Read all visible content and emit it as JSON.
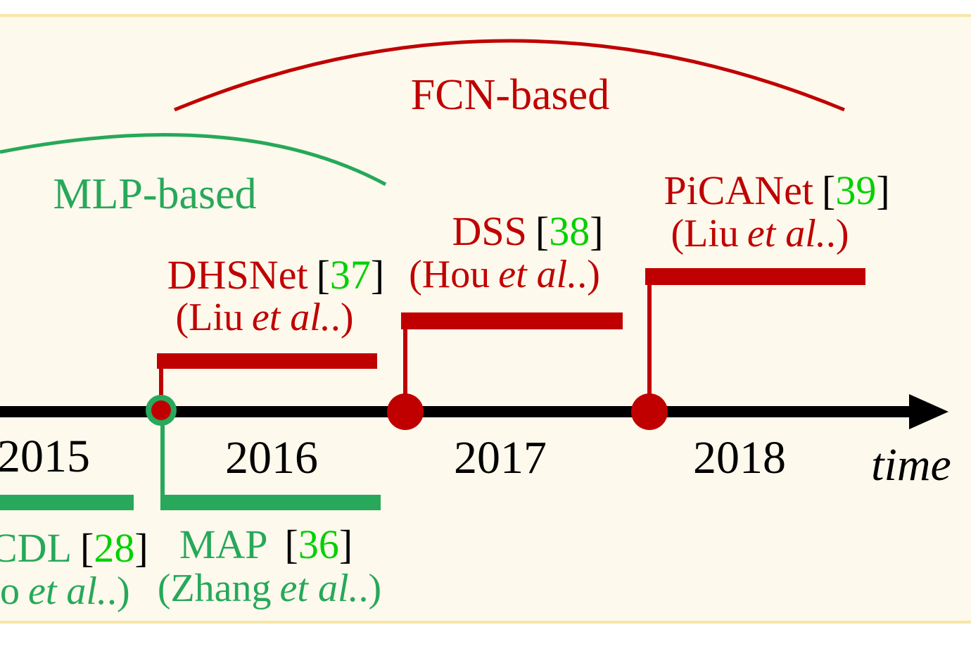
{
  "colors": {
    "background": "#fdf9ec",
    "frame": "#f6e6a6",
    "fcn": "#c00000",
    "mlp": "#27a85a",
    "citation": "#00d000",
    "axis": "#000000"
  },
  "groups": {
    "fcn_label": "FCN-based",
    "mlp_label": "MLP-based"
  },
  "axis": {
    "years": [
      "2015",
      "2016",
      "2017",
      "2018"
    ],
    "time_label": "time"
  },
  "methods": {
    "dhsnet": {
      "name": "DHSNet",
      "ref": "37",
      "author": "Liu",
      "etal": "et al."
    },
    "dss": {
      "name": "DSS",
      "ref": "38",
      "author": "Hou",
      "etal": "et al."
    },
    "picanet": {
      "name": "PiCANet",
      "ref": "39",
      "author": "Liu",
      "etal": "et al."
    },
    "map": {
      "name": "MAP",
      "ref": "36",
      "author": "Zhang",
      "etal": "et al."
    },
    "mcdl": {
      "name": "CDL",
      "ref": "28",
      "author": "o",
      "etal": "et al."
    }
  },
  "brackets": {
    "open": "[",
    "close": "]",
    "paren_open": "(",
    "paren_close": ".)"
  }
}
